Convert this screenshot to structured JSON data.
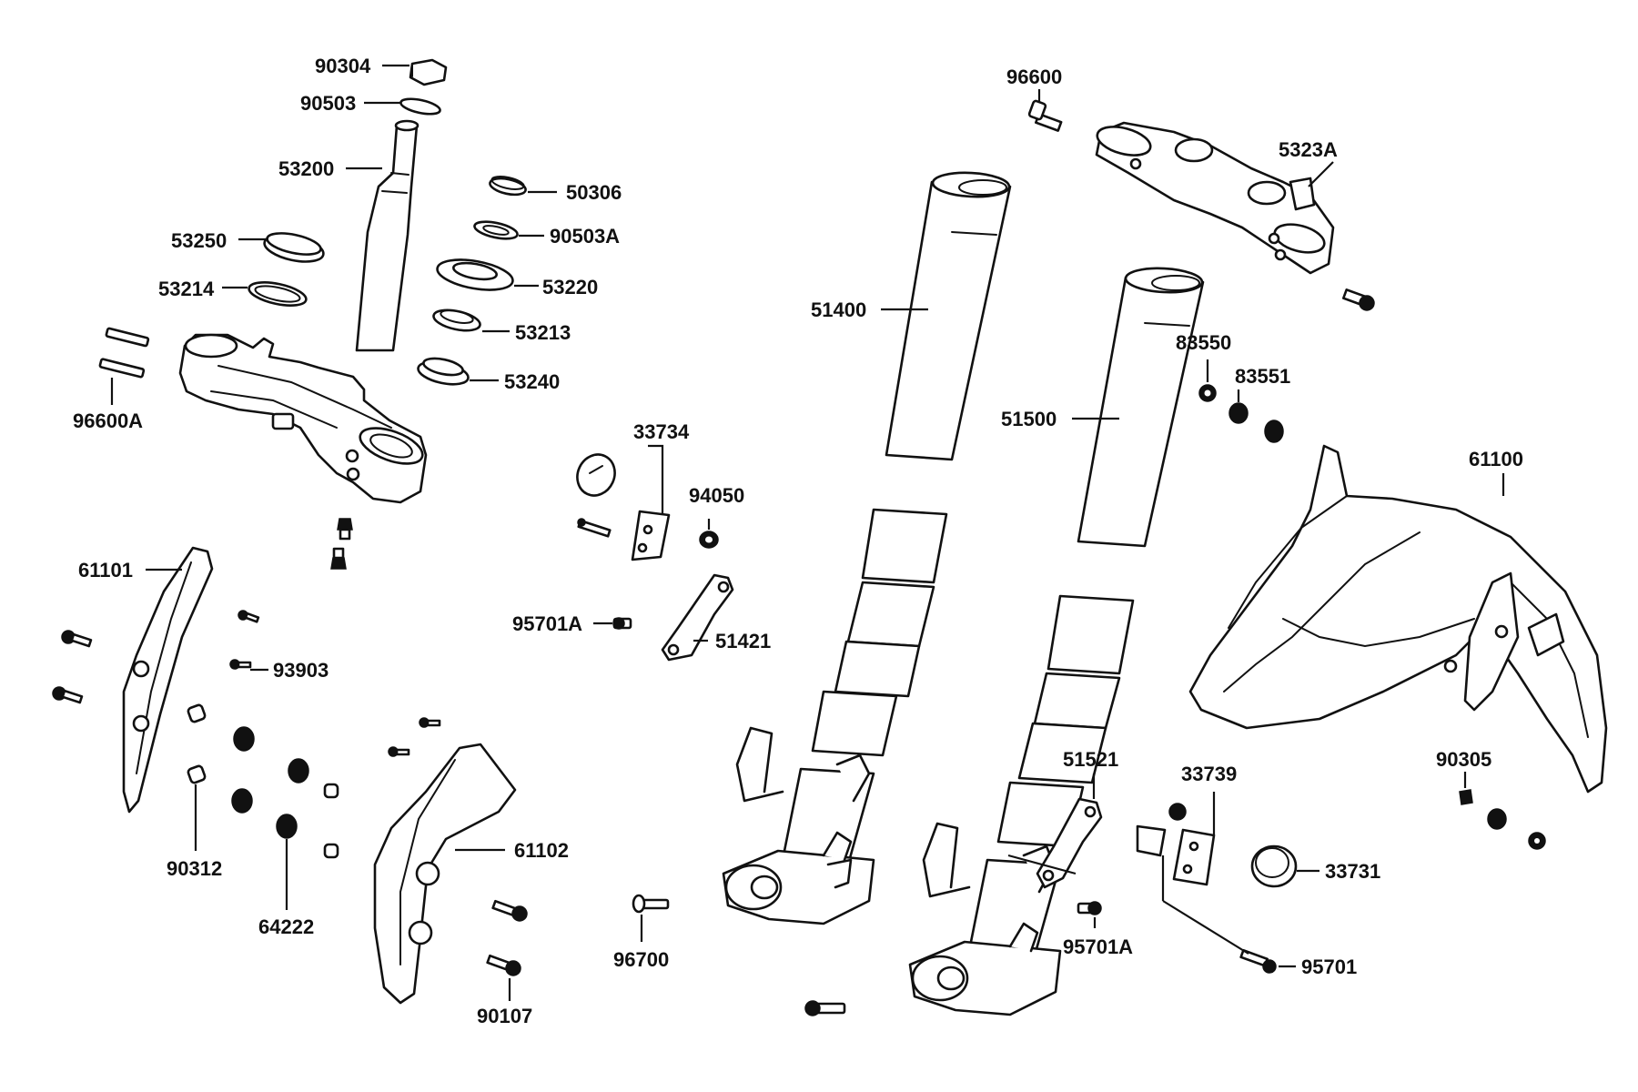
{
  "parts": [
    {
      "id": "p90304",
      "number": "90304"
    },
    {
      "id": "p90503",
      "number": "90503"
    },
    {
      "id": "p53200",
      "number": "53200"
    },
    {
      "id": "p53250",
      "number": "53250"
    },
    {
      "id": "p53214",
      "number": "53214"
    },
    {
      "id": "p96600A",
      "number": "96600A"
    },
    {
      "id": "p50306",
      "number": "50306"
    },
    {
      "id": "p90503A",
      "number": "90503A"
    },
    {
      "id": "p53220",
      "number": "53220"
    },
    {
      "id": "p53213",
      "number": "53213"
    },
    {
      "id": "p53240",
      "number": "53240"
    },
    {
      "id": "p61101",
      "number": "61101"
    },
    {
      "id": "p93903",
      "number": "93903"
    },
    {
      "id": "p90312",
      "number": "90312"
    },
    {
      "id": "p64222",
      "number": "64222"
    },
    {
      "id": "p61102",
      "number": "61102"
    },
    {
      "id": "p90107",
      "number": "90107"
    },
    {
      "id": "p33734",
      "number": "33734"
    },
    {
      "id": "p94050",
      "number": "94050"
    },
    {
      "id": "p95701A_top",
      "number": "95701A"
    },
    {
      "id": "p51421",
      "number": "51421"
    },
    {
      "id": "p96700",
      "number": "96700"
    },
    {
      "id": "p51400",
      "number": "51400"
    },
    {
      "id": "p51500",
      "number": "51500"
    },
    {
      "id": "p96600",
      "number": "96600"
    },
    {
      "id": "p5323A",
      "number": "5323A"
    },
    {
      "id": "p83550",
      "number": "83550"
    },
    {
      "id": "p83551",
      "number": "83551"
    },
    {
      "id": "p61100",
      "number": "61100"
    },
    {
      "id": "p51521",
      "number": "51521"
    },
    {
      "id": "p33739",
      "number": "33739"
    },
    {
      "id": "p33731",
      "number": "33731"
    },
    {
      "id": "p95701A_bottom",
      "number": "95701A"
    },
    {
      "id": "p95701",
      "number": "95701"
    },
    {
      "id": "p90305",
      "number": "90305"
    }
  ]
}
